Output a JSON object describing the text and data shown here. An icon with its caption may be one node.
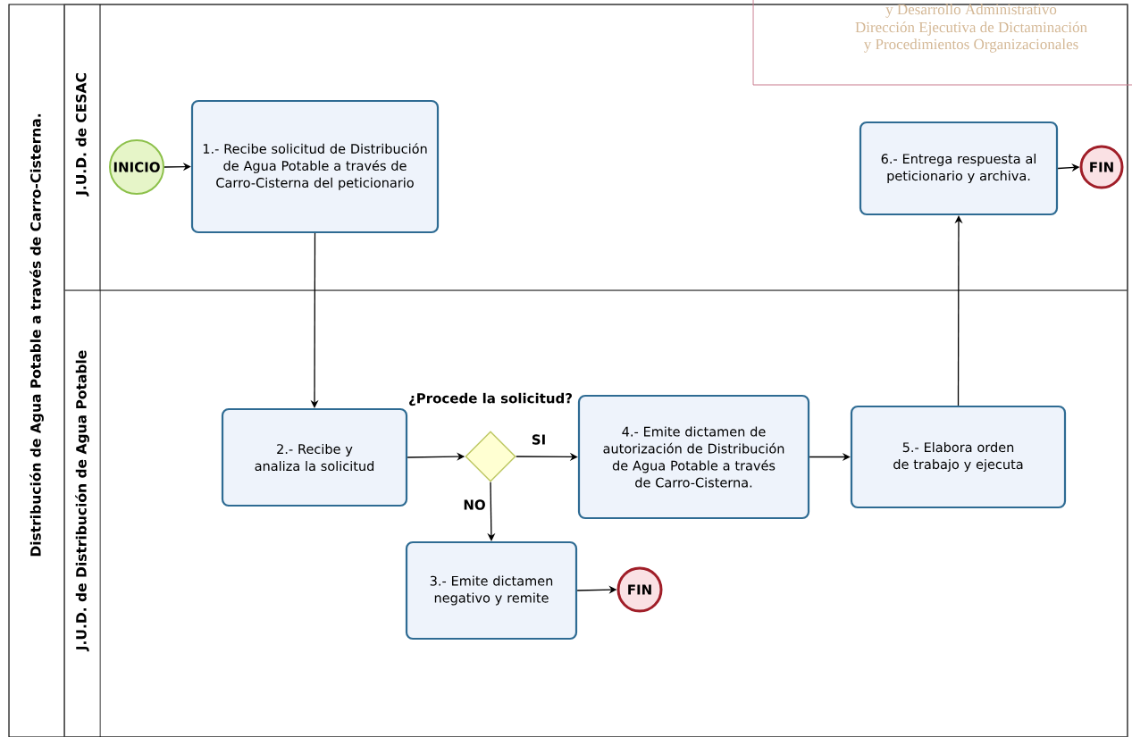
{
  "diagram": {
    "nodes": [
      {
        "text": [
          "Distribución de Agua Potable a través de Carro-Cisterna."
        ]
      },
      {
        "text": [
          "J.U.D. de CESAC"
        ],
        "in": 0
      },
      {
        "text": [
          "J.U.D. de Distribución de Agua Potable"
        ],
        "in": 0
      },
      {
        "text": [
          "INICIO"
        ],
        "in": 1
      },
      {
        "text": [
          "1.- Recibe solicitud de Distribución de Agua Potable a través de Carro-Cisterna del peticionario"
        ],
        "in": 1
      },
      {
        "text": [
          "6.- Entrega respuesta al peticionario y archiva."
        ],
        "in": 1
      },
      {
        "text": [
          "FIN"
        ],
        "in": 1
      },
      {
        "text": [
          "2.- Recibe y analiza la solicitud"
        ],
        "in": 2
      },
      {
        "text": [
          "¿Procede la solicitud?"
        ],
        "in": 2
      },
      {
        "text": [
          "4.- Emite dictamen de autorización de Distribución de Agua Potable a través de Carro-Cisterna."
        ],
        "in": 2
      },
      {
        "text": [
          "5.- Elabora orden de trabajo y ejecuta"
        ],
        "in": 2
      },
      {
        "text": [
          "3.- Emite dictamen negativo y remite"
        ],
        "in": 2
      },
      {
        "text": [
          "FIN"
        ],
        "in": 2
      }
    ],
    "edges": [
      {
        "from": 3,
        "to": 4,
        "arrow": "to"
      },
      {
        "from": 4,
        "to": 7,
        "arrow": "to"
      },
      {
        "from": 7,
        "to": 8,
        "arrow": "to"
      },
      {
        "from": 8,
        "to": 9,
        "arrow": "to",
        "label": "SI"
      },
      {
        "from": 8,
        "to": 11,
        "arrow": "to",
        "label": "NO"
      },
      {
        "from": 9,
        "to": 10,
        "arrow": "to"
      },
      {
        "from": 10,
        "to": 5,
        "arrow": "to"
      },
      {
        "from": 5,
        "to": 6,
        "arrow": "to"
      },
      {
        "from": 11,
        "to": 12,
        "arrow": "to"
      }
    ],
    "labels": [
      "y Desarrollo Administrativo",
      "Dirección Ejecutiva de Dictaminación",
      "y Procedimientos Organizacionales"
    ]
  }
}
